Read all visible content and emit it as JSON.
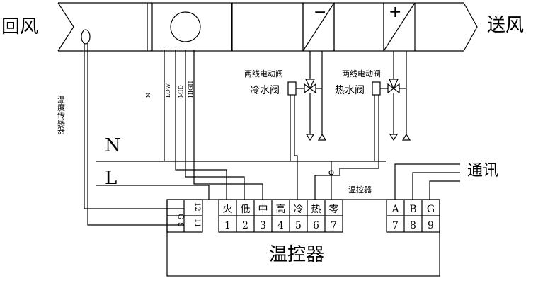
{
  "duct": {
    "return_air": "回风",
    "supply_air": "送风",
    "cooling_coil_sign": "−",
    "heating_coil_sign": "+"
  },
  "fan_speed_taps": [
    "N",
    "LOW",
    "MID",
    "HIGH"
  ],
  "sensor_label": "温度传感器",
  "valves": [
    {
      "type_label": "两线电动阀",
      "name": "冷水阀"
    },
    {
      "type_label": "两线电动阀",
      "name": "热水阀"
    }
  ],
  "power_lines": {
    "neutral": "N",
    "live": "L"
  },
  "comm_label": "通讯",
  "thermostat_small_label": "温控器",
  "thermostat_main_label": "温控器",
  "terminal_block_sensor": {
    "top": [
      "S",
      "G",
      "11",
      "12"
    ]
  },
  "terminal_block_main": {
    "top": [
      "火",
      "低",
      "中",
      "高",
      "冷",
      "热",
      "零"
    ],
    "bottom": [
      "1",
      "2",
      "3",
      "4",
      "5",
      "6",
      "7"
    ]
  },
  "terminal_block_comm": {
    "top": [
      "A",
      "B",
      "G"
    ],
    "bottom": [
      "7",
      "8",
      "9"
    ]
  }
}
